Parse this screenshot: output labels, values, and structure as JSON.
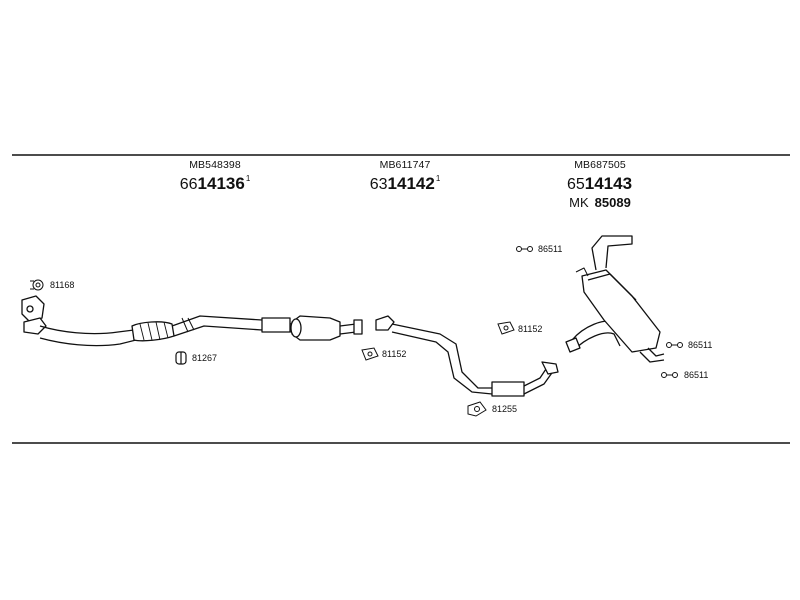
{
  "colors": {
    "line": "#111111",
    "background": "#ffffff"
  },
  "assemblies": [
    {
      "oe_reference": "MB548398",
      "part_prefix": "66",
      "part_main": "14136",
      "part_suffix": "1"
    },
    {
      "oe_reference": "MB611747",
      "part_prefix": "63",
      "part_main": "14142",
      "part_suffix": "1"
    },
    {
      "oe_reference": "MB687505",
      "part_prefix": "65",
      "part_main": "14143",
      "part_suffix": "",
      "mk_prefix": "MK",
      "mk_number": "85089"
    }
  ],
  "callouts": {
    "gasket_front": "81168",
    "ring_front": "81267",
    "gasket_mid_left": "81152",
    "gasket_mid_right": "81152",
    "flange_center": "81255",
    "hanger_top": "86511",
    "hanger_right_upper": "86511",
    "hanger_right_lower": "86511"
  }
}
